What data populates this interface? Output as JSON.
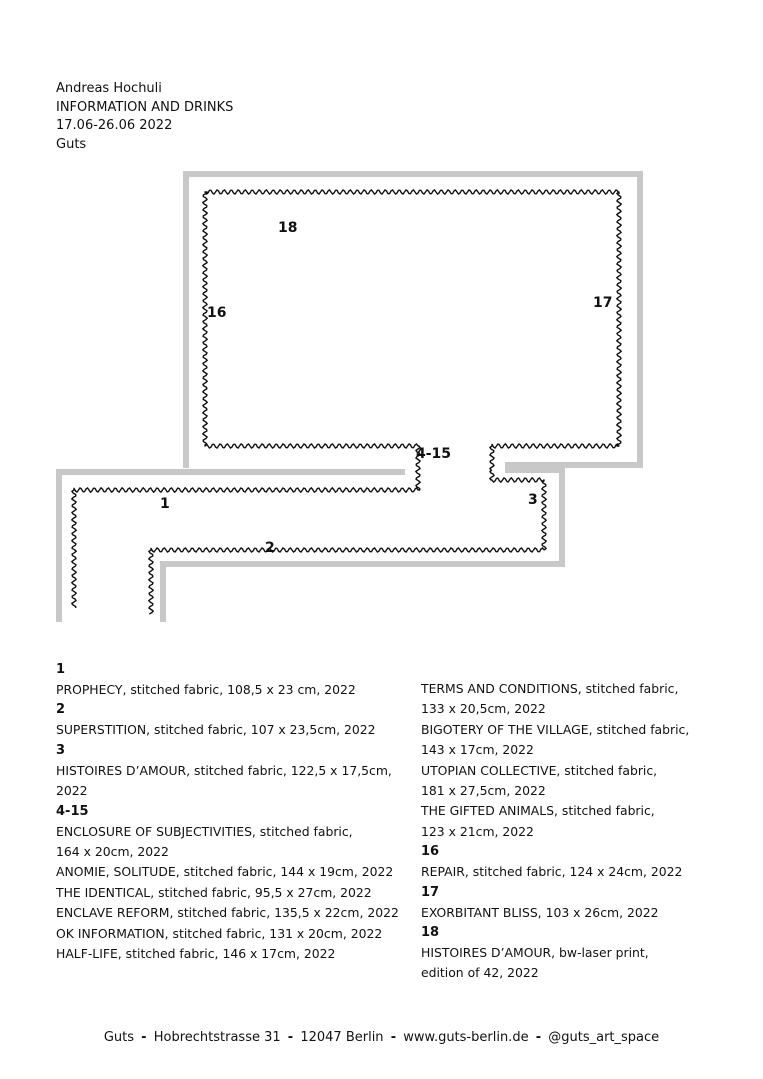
{
  "header": {
    "artist": "Andreas Hochuli",
    "title": "INFORMATION AND DRINKS",
    "dates": "17.06-26.06 2022",
    "venue": "Guts"
  },
  "plan_labels": {
    "l1": "1",
    "l2": "2",
    "l3": "3",
    "l4_15": "4-15",
    "l16": "16",
    "l17": "17",
    "l18": "18"
  },
  "list_left": [
    {
      "num": "1",
      "lines": [
        "PROPHECY, stitched fabric, 108,5 x 23 cm, 2022"
      ]
    },
    {
      "num": "2",
      "lines": [
        "SUPERSTITION, stitched fabric, 107 x 23,5cm, 2022"
      ]
    },
    {
      "num": "3",
      "lines": [
        "HISTOIRES D’AMOUR, stitched fabric, 122,5 x 17,5cm,",
        "2022"
      ]
    },
    {
      "num": "4-15",
      "lines": [
        "ENCLOSURE OF SUBJECTIVITIES, stitched fabric,",
        "164 x 20cm, 2022",
        "ANOMIE, SOLITUDE, stitched fabric, 144 x 19cm, 2022",
        "THE IDENTICAL, stitched fabric, 95,5 x 27cm, 2022",
        "ENCLAVE REFORM, stitched fabric, 135,5 x 22cm, 2022",
        "OK INFORMATION, stitched fabric, 131 x 20cm, 2022",
        "HALF-LIFE, stitched fabric, 146 x 17cm, 2022"
      ]
    }
  ],
  "list_right": [
    {
      "num": "",
      "lines": [
        "TERMS AND CONDITIONS, stitched fabric,",
        "133 x 20,5cm, 2022",
        "BIGOTERY OF THE VILLAGE, stitched fabric,",
        "143 x 17cm, 2022",
        "UTOPIAN COLLECTIVE, stitched fabric,",
        "181 x 27,5cm, 2022",
        "THE GIFTED ANIMALS, stitched fabric,",
        "123 x 21cm, 2022"
      ]
    },
    {
      "num": "16",
      "lines": [
        "REPAIR, stitched fabric, 124 x 24cm, 2022"
      ]
    },
    {
      "num": "17",
      "lines": [
        "EXORBITANT BLISS, 103 x 26cm, 2022"
      ]
    },
    {
      "num": "18",
      "lines": [
        "HISTOIRES D’AMOUR, bw-laser print,",
        "edition of 42, 2022"
      ]
    }
  ],
  "footer": {
    "venue": "Guts",
    "address": "Hobrechtstrasse 31",
    "city": "12047 Berlin",
    "website": "www.guts-berlin.de",
    "handle": "@guts_art_space",
    "separator": "-"
  },
  "colors": {
    "wall": "#c8c8c8",
    "ink": "#111111"
  }
}
